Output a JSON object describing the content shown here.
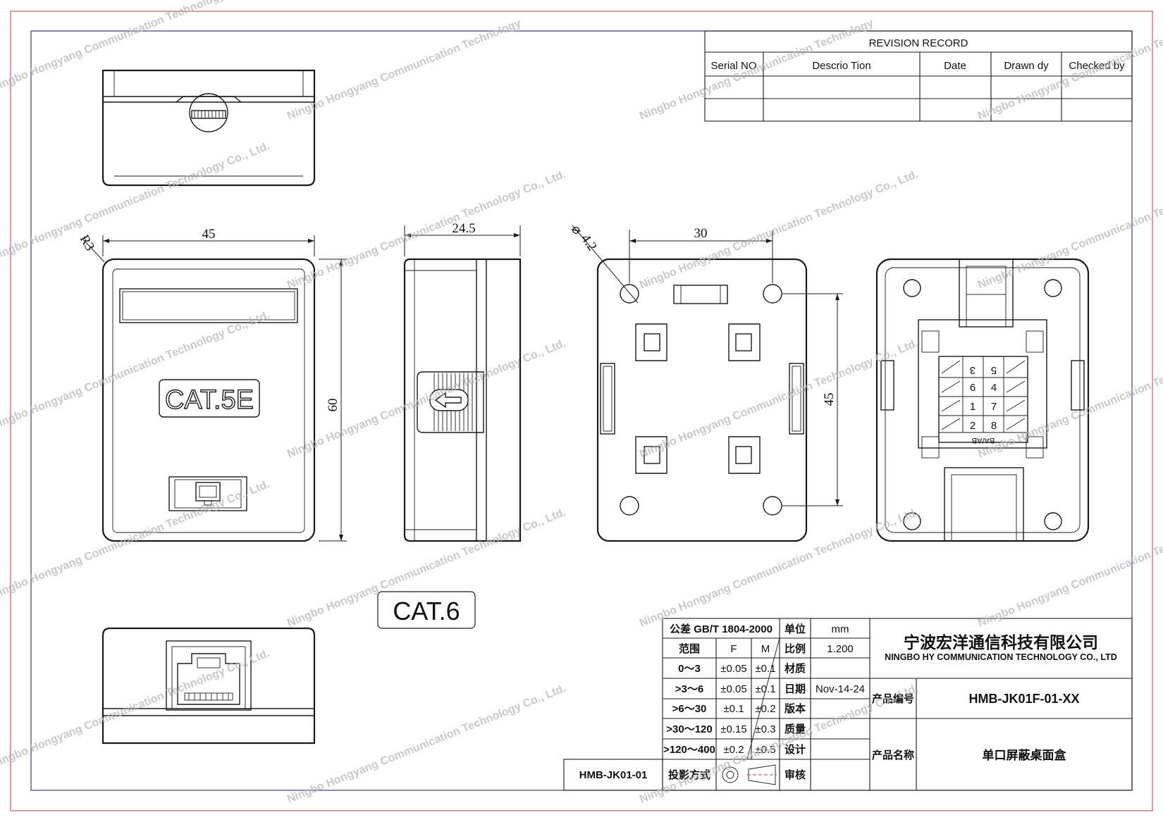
{
  "revision": {
    "title": "REVISION RECORD",
    "headers": [
      "Serial NO",
      "Descrio Tion",
      "Date",
      "Drawn dy",
      "Checked by"
    ]
  },
  "dims": {
    "r3": "R3",
    "width45": "45",
    "height60": "60",
    "depth245": "24.5",
    "hole30": "30",
    "hole45": "45",
    "dia42": "4.2"
  },
  "labels": {
    "front_badge": "CAT.5E",
    "cat6": "CAT.6"
  },
  "terminal": {
    "top_nums": [
      "3",
      "5"
    ],
    "row2": [
      "6",
      "4"
    ],
    "row3": [
      "1",
      "7"
    ],
    "row4": [
      "2",
      "8"
    ],
    "bottom": "BA/AB"
  },
  "titleblock": {
    "tolerance_label": "公差 GB/T 1804-2000",
    "unit_label": "单位",
    "unit_value": "mm",
    "range_label": "范围",
    "col_f": "F",
    "col_m": "M",
    "scale_label": "比例",
    "scale_value": "1.200",
    "rows": [
      {
        "range": "0～3",
        "f": "±0.05",
        "m": "±0.1",
        "label": "材质",
        "value": ""
      },
      {
        "range": ">3～6",
        "f": "±0.05",
        "m": "±0.1",
        "label": "日期",
        "value": "Nov-14-24"
      },
      {
        "range": ">6～30",
        "f": "±0.1",
        "m": "±0.2",
        "label": "版本",
        "value": ""
      },
      {
        "range": ">30～120",
        "f": "±0.15",
        "m": "±0.3",
        "label": "质量",
        "value": ""
      },
      {
        "range": ">120～400",
        "f": "±0.2",
        "m": "±0.5",
        "label": "设计",
        "value": ""
      }
    ],
    "projection_label": "投影方式",
    "review_label": "审核",
    "drawing_no": "HMB-JK01-01",
    "company_cn": "宁波宏洋通信科技有限公司",
    "company_en": "NINGBO HY COMMUNICATION TECHNOLOGY CO., LTD",
    "product_no_label": "产品编号",
    "product_no": "HMB-JK01F-01-XX",
    "product_name_label": "产品名称",
    "product_name": "单口屏蔽桌面盒"
  },
  "watermark": {
    "text_a": "Ningbo Hongyang Communication Technology Co., Ltd.",
    "text_b": "Ningbo Hongyang Communication Technology"
  }
}
